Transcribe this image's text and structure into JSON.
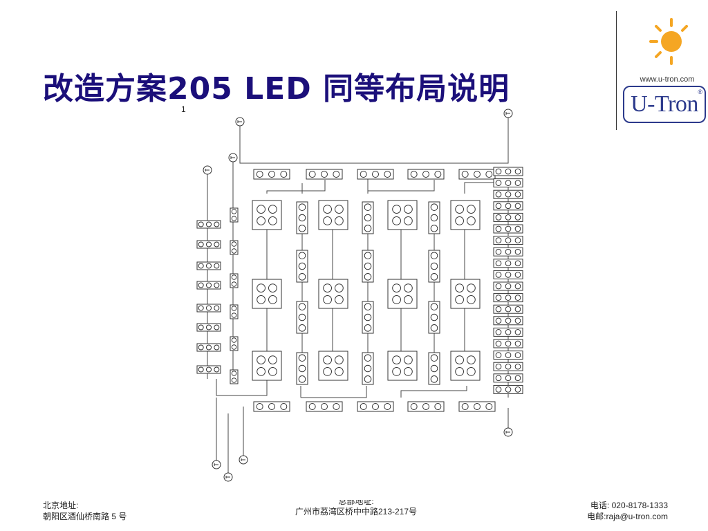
{
  "slide": {
    "title": "改造方案205 LED 同等布局说明"
  },
  "logo": {
    "url": "www.u-tron.com",
    "brand": "U-Tron",
    "reg_mark": "®",
    "colors": {
      "ring": "#2c3a8c",
      "sun": "#f5a623"
    }
  },
  "diagram": {
    "marker": "1",
    "stroke_color": "#333333"
  },
  "footer": {
    "left": {
      "line1": "北京地址:",
      "line2": "朝阳区酒仙桥南路 5 号"
    },
    "middle": {
      "line1": "总部地址:",
      "line2": "广州市荔湾区桥中中路213-217号"
    },
    "right": {
      "line1": "电话: 020-8178-1333",
      "line2": "电邮:raja@u-tron.com"
    }
  }
}
